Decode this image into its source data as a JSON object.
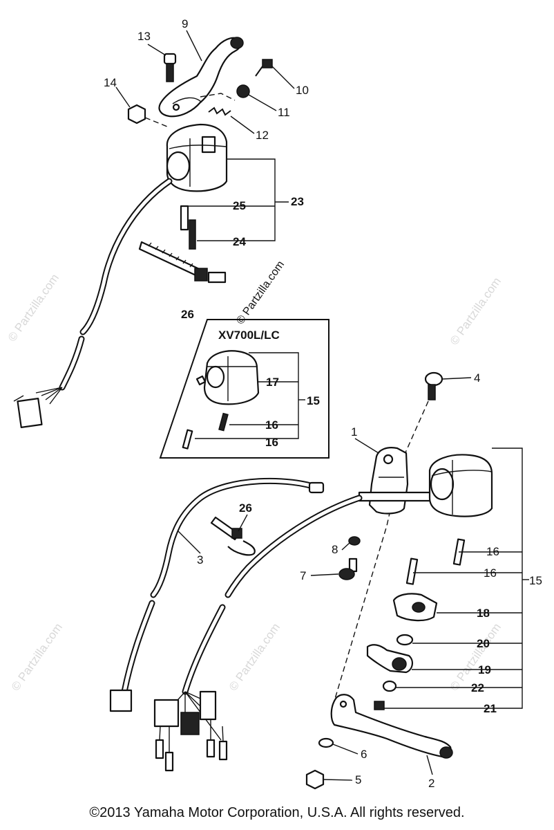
{
  "inset_title": "XV700L/LC",
  "copyright": "©2013 Yamaha Motor Corporation, U.S.A. All rights reserved.",
  "watermark": "© Partzilla.com",
  "callouts": {
    "c1": "1",
    "c2": "2",
    "c3": "3",
    "c4": "4",
    "c5": "5",
    "c6": "6",
    "c7": "7",
    "c8": "8",
    "c9": "9",
    "c10": "10",
    "c11": "11",
    "c12": "12",
    "c13": "13",
    "c14": "14",
    "c15_inset": "15",
    "c15_main": "15",
    "c16_inset_a": "16",
    "c16_inset_b": "16",
    "c16_main_a": "16",
    "c16_main_b": "16",
    "c17": "17",
    "c18": "18",
    "c19": "19",
    "c20": "20",
    "c21": "21",
    "c22": "22",
    "c23": "23",
    "c24": "24",
    "c25": "25",
    "c26_top": "26",
    "c26_mid": "26"
  }
}
